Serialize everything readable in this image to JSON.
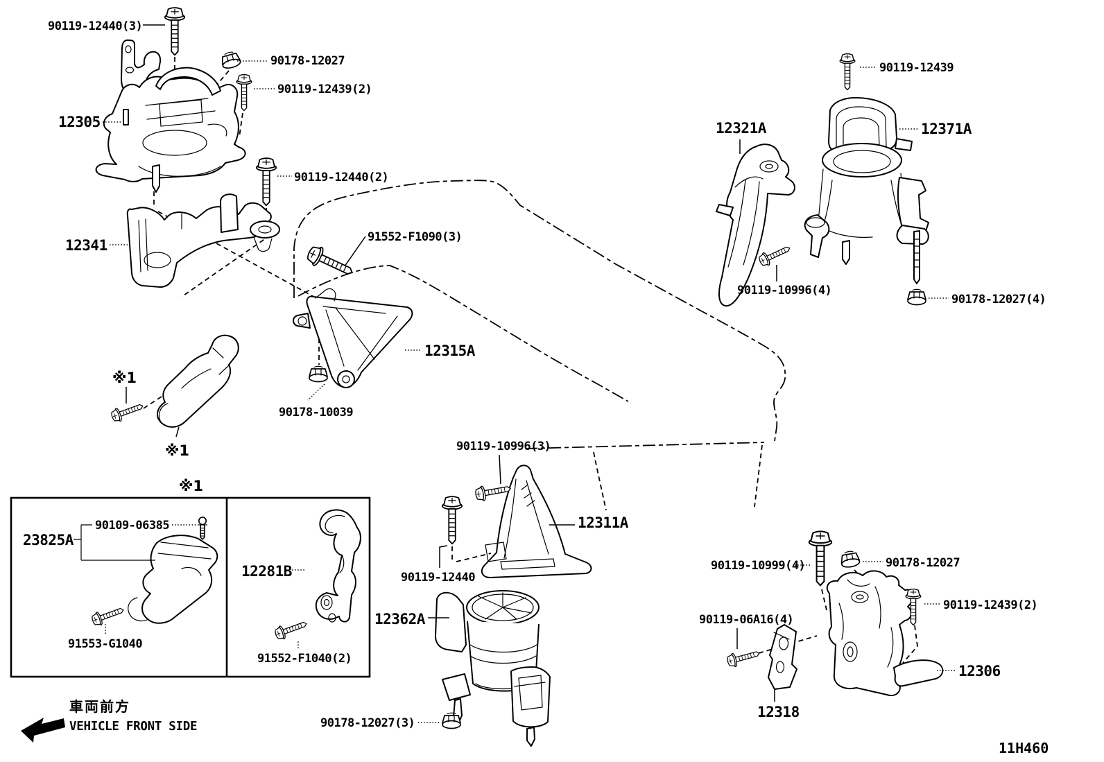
{
  "diagram": {
    "drawing_code": "11H460",
    "front_marker_jp": "車両前方",
    "front_marker_en": "VEHICLE FRONT SIDE"
  },
  "labels": {
    "bolt_12440_3": "90119-12440(3)",
    "nut_12027_top": "90178-12027",
    "bolt_12439_2_top": "90119-12439(2)",
    "part_12305": "12305",
    "bolt_12440_2": "90119-12440(2)",
    "part_12341": "12341",
    "bolt_f1090_3": "91552-F1090(3)",
    "part_12315a": "12315A",
    "nut_10039": "90178-10039",
    "ref_bolt": "※1",
    "ref_insulator": "※1",
    "ref_box": "※1",
    "bolt_06385": "90109-06385",
    "part_23825a": "23825A",
    "bolt_g1040": "91553-G1040",
    "part_12281b": "12281B",
    "bolt_f1040_2": "91552-F1040(2)",
    "bolt_10996_3": "90119-10996(3)",
    "part_12311a": "12311A",
    "bolt_12440_mid": "90119-12440",
    "part_12362a": "12362A",
    "nut_12027_3": "90178-12027(3)",
    "part_12321a": "12321A",
    "part_12371a": "12371A",
    "bolt_12439_tr": "90119-12439",
    "bolt_10996_4": "90119-10996(4)",
    "nut_12027_4": "90178-12027(4)",
    "bolt_10999_4": "90119-10999(4)",
    "nut_12027_br": "90178-12027",
    "bolt_12439_2_br": "90119-12439(2)",
    "bolt_06a16_4": "90119-06A16(4)",
    "part_12318": "12318",
    "part_12306": "12306"
  }
}
